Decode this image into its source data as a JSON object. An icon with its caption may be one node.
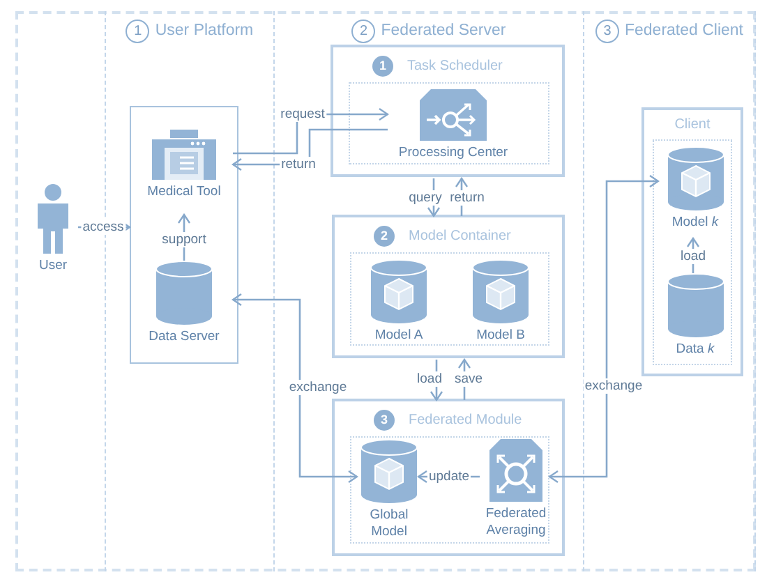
{
  "diagram": {
    "nodes": [
      {
        "text": [
          "User"
        ]
      },
      {
        "text": [
          "1",
          "User Platform"
        ]
      },
      {
        "text": [
          "2",
          "Federated Server"
        ]
      },
      {
        "text": [
          "3",
          "Federated Client"
        ]
      },
      {
        "text": [],
        "shape": "box",
        "in": 1
      },
      {
        "text": [
          "Medical Tool"
        ],
        "in": 4
      },
      {
        "text": [
          "Data Server"
        ],
        "in": 4
      },
      {
        "text": [
          "1",
          "Task Scheduler"
        ],
        "in": 2
      },
      {
        "text": [
          "Processing Center"
        ],
        "in": 7
      },
      {
        "text": [
          "2",
          "Model Container"
        ],
        "in": 2
      },
      {
        "text": [
          "Model A"
        ],
        "in": 9
      },
      {
        "text": [
          "Model B"
        ],
        "in": 9
      },
      {
        "text": [
          "3",
          "Federated Module"
        ],
        "in": 2
      },
      {
        "text": [
          "Global Model"
        ],
        "in": 12
      },
      {
        "text": [
          "Federated Averaging"
        ],
        "in": 12
      },
      {
        "text": [
          "Client"
        ],
        "in": 3
      },
      {
        "text": [
          "Model *k*"
        ],
        "in": 15
      },
      {
        "text": [
          "Data *k*"
        ],
        "in": 15
      }
    ],
    "edges": [
      {
        "from": 0,
        "to": 4,
        "arrow": "to",
        "label": "access"
      },
      {
        "from": 6,
        "to": 5,
        "arrow": "to",
        "label": "support"
      },
      {
        "from": 5,
        "to": 8,
        "arrow": "to",
        "label": "request"
      },
      {
        "from": 8,
        "to": 5,
        "arrow": "to",
        "label": "return"
      },
      {
        "from": 7,
        "to": 9,
        "arrow": "to",
        "label": "query"
      },
      {
        "from": 9,
        "to": 7,
        "arrow": "to",
        "label": "return"
      },
      {
        "from": 9,
        "to": 12,
        "arrow": "to",
        "label": "load"
      },
      {
        "from": 12,
        "to": 9,
        "arrow": "to",
        "label": "save"
      },
      {
        "from": 6,
        "to": 13,
        "arrow": "both",
        "label": "exchange"
      },
      {
        "from": 14,
        "to": 16,
        "arrow": "both",
        "label": "exchange"
      },
      {
        "from": 14,
        "to": 13,
        "arrow": "to",
        "label": "update"
      },
      {
        "from": 17,
        "to": 16,
        "arrow": "to",
        "label": "load"
      }
    ]
  }
}
